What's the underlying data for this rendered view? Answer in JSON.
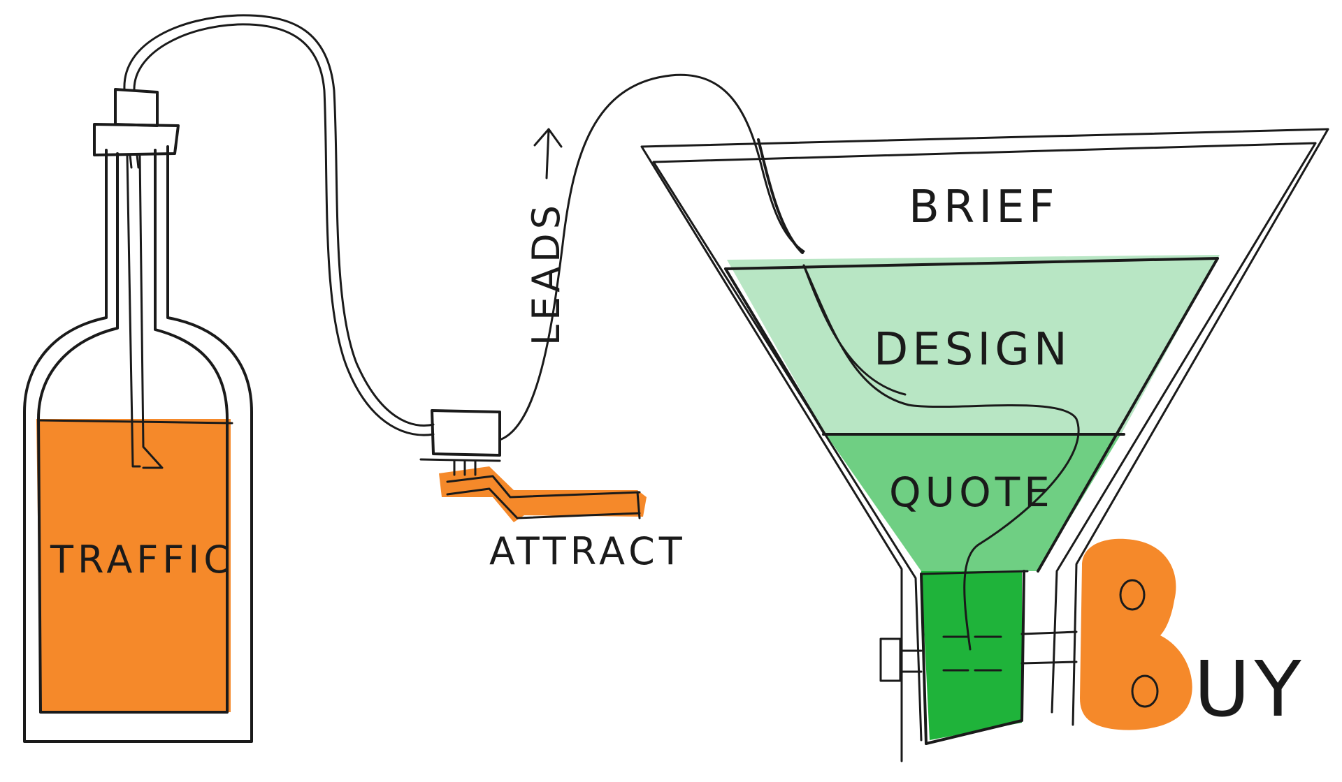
{
  "labels": {
    "traffic": "TRAFFIC",
    "leads": "LEADS",
    "attract": "ATTRACT",
    "brief": "BRIEF",
    "design": "DESIGN",
    "quote": "QUOTE",
    "buy": "UY"
  },
  "colors": {
    "ink": "#1a1a1a",
    "traffic_fill": "#f5892a",
    "attract_fill": "#f5892a",
    "buy_fill": "#f5892a",
    "design_fill": "#b8e6c4",
    "quote_fill": "#6fcf83",
    "spout_fill": "#1fb33a"
  }
}
